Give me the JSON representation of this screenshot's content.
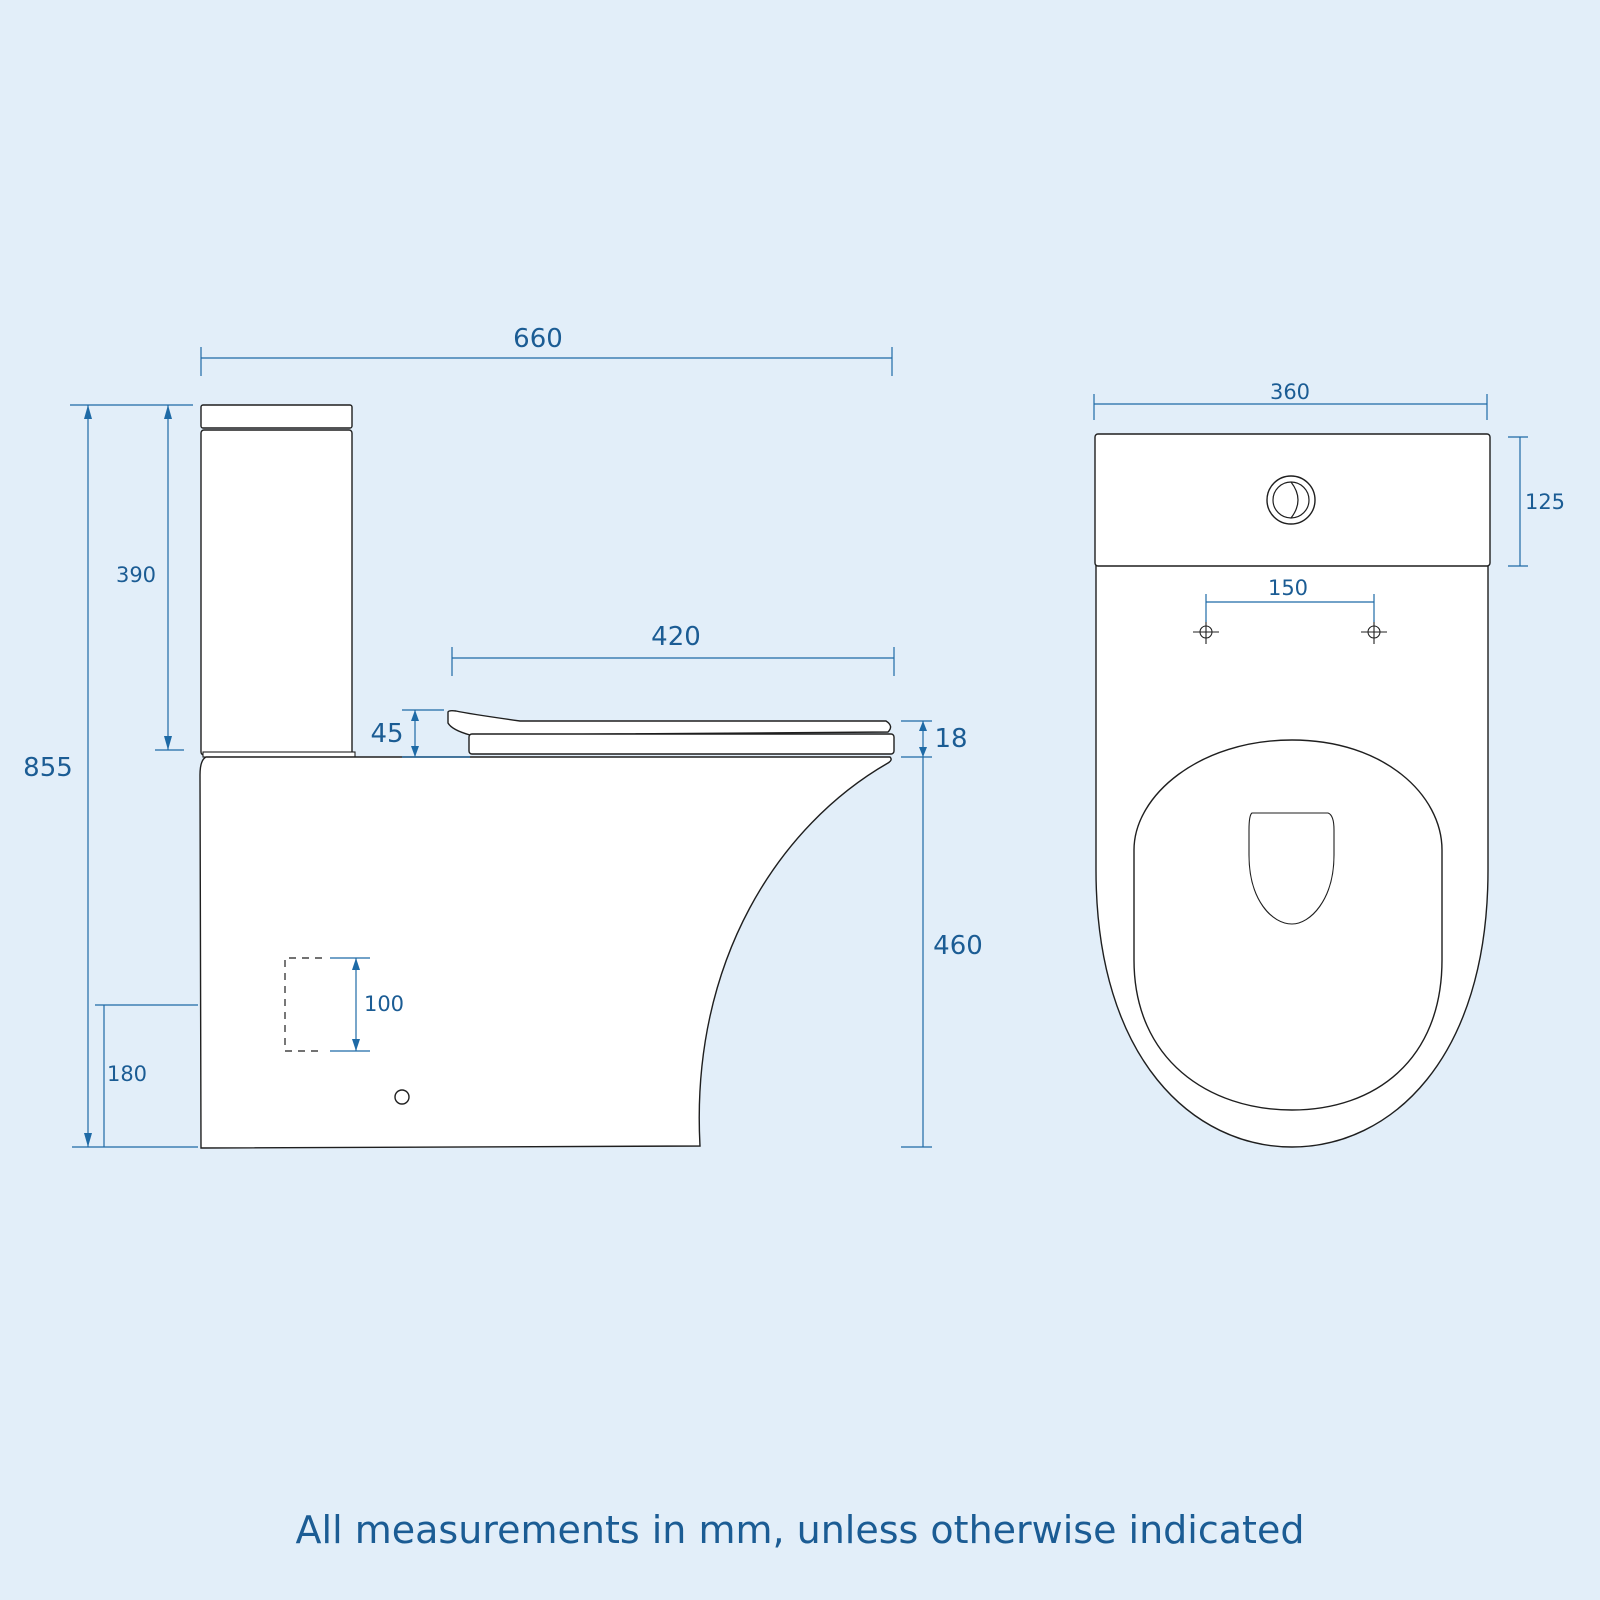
{
  "colors": {
    "background": "#e2eef9",
    "dimension_line": "#1e6aa6",
    "dimension_text": "#1b5c94",
    "product_fill": "#ffffff",
    "product_outline": "#1f1f1f"
  },
  "side_view": {
    "overall_length": "660",
    "overall_height": "855",
    "cistern_height": "390",
    "seat_depth": "420",
    "seat_gap": "45",
    "seat_thickness": "18",
    "seat_height": "460",
    "waste_outlet_height": "180",
    "inlet_size": "100"
  },
  "top_view": {
    "overall_width": "360",
    "cistern_depth": "125",
    "fixing_centres": "150"
  },
  "footer": {
    "note": "All measurements in mm, unless otherwise indicated"
  }
}
